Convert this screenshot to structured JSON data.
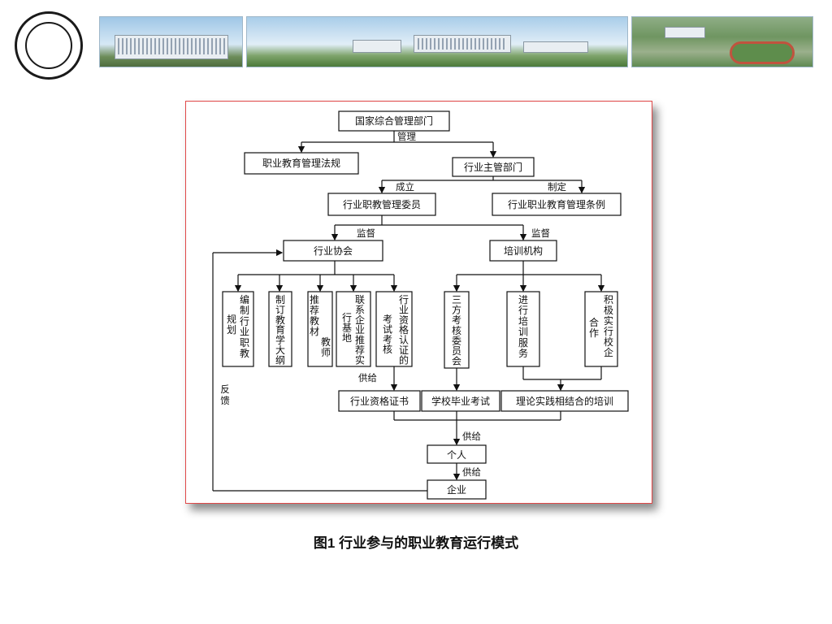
{
  "diagram": {
    "top": "国家综合管理部门",
    "edge_manage": "管理",
    "regulations": "职业教育管理法规",
    "industry_dept": "行业主管部门",
    "edge_establish": "成立",
    "edge_formulate": "制定",
    "committee": "行业职教管理委员",
    "rules": "行业职业教育管理条例",
    "edge_supervise_left": "监督",
    "edge_supervise_right": "监督",
    "association": "行业协会",
    "training_org": "培训机构",
    "association_tasks": [
      [
        "编",
        "制",
        "行",
        "业",
        "职",
        "教",
        "规",
        "划"
      ],
      [
        "制",
        "订",
        "教",
        "育",
        "学",
        "大",
        "纲"
      ],
      [
        "推",
        "荐",
        "教",
        "材",
        "教",
        "师"
      ],
      [
        "联",
        "系",
        "企",
        "业",
        "推",
        "荐",
        "实",
        "行",
        "基",
        "地"
      ],
      [
        "行",
        "业",
        "资",
        "格",
        "认",
        "证",
        "的",
        "考",
        "试",
        "考",
        "核"
      ]
    ],
    "training_tasks": [
      [
        "三",
        "方",
        "考",
        "核",
        "委",
        "员",
        "会"
      ],
      [
        "进",
        "行",
        "培",
        "训",
        "服",
        "务"
      ],
      [
        "积",
        "极",
        "实",
        "行",
        "校",
        "企",
        "合",
        "作"
      ]
    ],
    "edge_supply_cert": "供给",
    "cert": "行业资格证书",
    "graduation": "学校毕业考试",
    "training_combined": "理论实践相结合的培训",
    "edge_supply_person": "供给",
    "person": "个人",
    "edge_supply_enterprise": "供给",
    "enterprise": "企业",
    "feedback": [
      "反",
      "馈"
    ]
  },
  "caption": "图1  行业参与的职业教育运行模式",
  "colors": {
    "frame_border": "#e04848",
    "line": "#111111"
  }
}
